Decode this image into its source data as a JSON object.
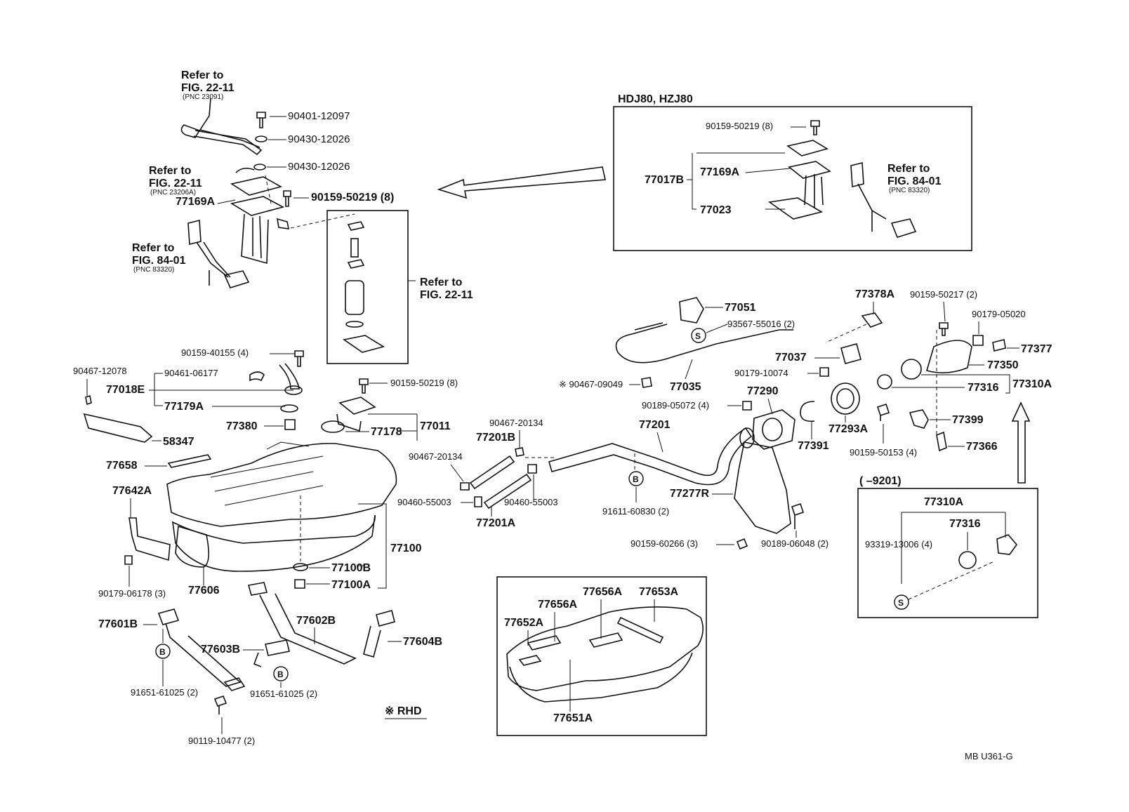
{
  "diagram": {
    "title_ref": "MB  U361-G",
    "rhd_note": "※ RHD",
    "inset_hdj": {
      "title": "HDJ80, HZJ80",
      "labels": {
        "bolt": "90159-50219 (8)",
        "assy": "77017B",
        "gasket": "77169A",
        "bracket": "77023",
        "refer1": "Refer to",
        "refer2": "FIG. 84-01",
        "refer3": "(PNC  83320)"
      }
    },
    "inset_9201": {
      "title": "(         –9201)",
      "labels": {
        "cap": "77310A",
        "sub": "77316",
        "screw": "93319-13006 (4)",
        "s_mark": "S"
      }
    },
    "inset_tank": {
      "labels": [
        "77656A",
        "77653A",
        "77656A",
        "77652A",
        "77651A"
      ]
    },
    "refer_blocks": [
      {
        "a": "Refer to",
        "b": "FIG. 22-11",
        "c": "(PNC  23091)"
      },
      {
        "a": "Refer to",
        "b": "FIG. 22-11",
        "c": "(PNC  23206A)"
      },
      {
        "a": "Refer to",
        "b": "FIG. 84-01",
        "c": "(PNC  83320)"
      },
      {
        "a": "Refer to",
        "b": "FIG. 22-11"
      }
    ],
    "part_labels": {
      "p90401": "90401-12097",
      "p90430a": "90430-12026",
      "p90430b": "90430-12026",
      "p77169A": "77169A",
      "p90159_50219_a": "90159-50219 (8)",
      "p90159_40155": "90159-40155 (4)",
      "p90467_12078": "90467-12078",
      "p90461": "90461-06177",
      "p77018E": "77018E",
      "p77179A": "77179A",
      "p77380": "77380",
      "p58347": "58347",
      "p77658": "77658",
      "p77642A": "77642A",
      "p90179_06178": "90179-06178 (3)",
      "p77606": "77606",
      "p77100": "77100",
      "p77100B": "77100B",
      "p77100A": "77100A",
      "p90159_50219_b": "90159-50219 (8)",
      "p77178": "77178",
      "p77011": "77011",
      "p77601B": "77601B",
      "p77602B": "77602B",
      "p77603B": "77603B",
      "p77604B": "77604B",
      "p91651a": "91651-61025 (2)",
      "p91651b": "91651-61025 (2)",
      "p90119": "90119-10477 (2)",
      "p90467_20134a": "90467-20134",
      "p90467_20134b": "90467-20134",
      "p77201B": "77201B",
      "p77201A": "77201A",
      "p90460a": "90460-55003",
      "p90460b": "90460-55003",
      "p77201": "77201",
      "p91611": "91611-60830 (2)",
      "p77277R": "77277R",
      "p90159_60266": "90159-60266 (3)",
      "p90189_06048": "90189-06048 (2)",
      "p90189_05072": "90189-05072 (4)",
      "p77290": "77290",
      "p77051": "77051",
      "p93567": "93567-55016 (2)",
      "p77037": "77037",
      "p90179_10074": "90179-10074",
      "p90467_09049": "※ 90467-09049",
      "p77035": "77035",
      "p77378A": "77378A",
      "p90159_50217": "90159-50217 (2)",
      "p90179_05020": "90179-05020",
      "p77377": "77377",
      "p77350": "77350",
      "p77316": "77316",
      "p77310A": "77310A",
      "p77391": "77391",
      "p77293A": "77293A",
      "p77399": "77399",
      "p90159_50153": "90159-50153 (4)",
      "p77366": "77366"
    },
    "callouts": {
      "b": "B",
      "s": "S"
    }
  }
}
